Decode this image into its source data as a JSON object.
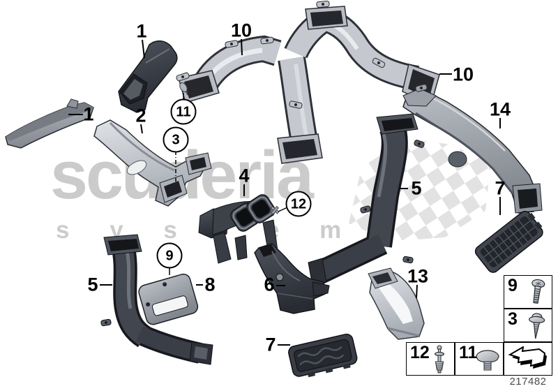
{
  "diagram": {
    "code": "217482",
    "watermark": {
      "title": "scuderia",
      "subtitle": "s y s t e m s"
    }
  },
  "callouts": [
    {
      "label": "1"
    },
    {
      "label": "10"
    },
    {
      "label": "10"
    },
    {
      "label": "1"
    },
    {
      "label": "2"
    },
    {
      "label": "11",
      "circled": true
    },
    {
      "label": "3",
      "circled": true
    },
    {
      "label": "14"
    },
    {
      "label": "4"
    },
    {
      "label": "12",
      "circled": true
    },
    {
      "label": "5"
    },
    {
      "label": "7"
    },
    {
      "label": "5"
    },
    {
      "label": "9",
      "circled": true
    },
    {
      "label": "8"
    },
    {
      "label": "6"
    },
    {
      "label": "13"
    },
    {
      "label": "7"
    }
  ],
  "legend": {
    "items": [
      {
        "label": "9",
        "icon": "pan-head-screw-icon"
      },
      {
        "label": "3",
        "icon": "washer-screw-icon"
      },
      {
        "label": "12",
        "icon": "expansion-rivet-icon"
      },
      {
        "label": "11",
        "icon": "blind-plug-icon"
      },
      {
        "label": "",
        "icon": "direction-arrow-icon"
      }
    ]
  },
  "colors": {
    "background": "#ffffff",
    "callout_text": "#000000",
    "watermark_text": "#cbcbcb",
    "flag_checker": "#e2e2e2",
    "part_light": "#c3c7cd",
    "part_dark": "#3a3e47",
    "footer_text": "#4b4b4b"
  }
}
